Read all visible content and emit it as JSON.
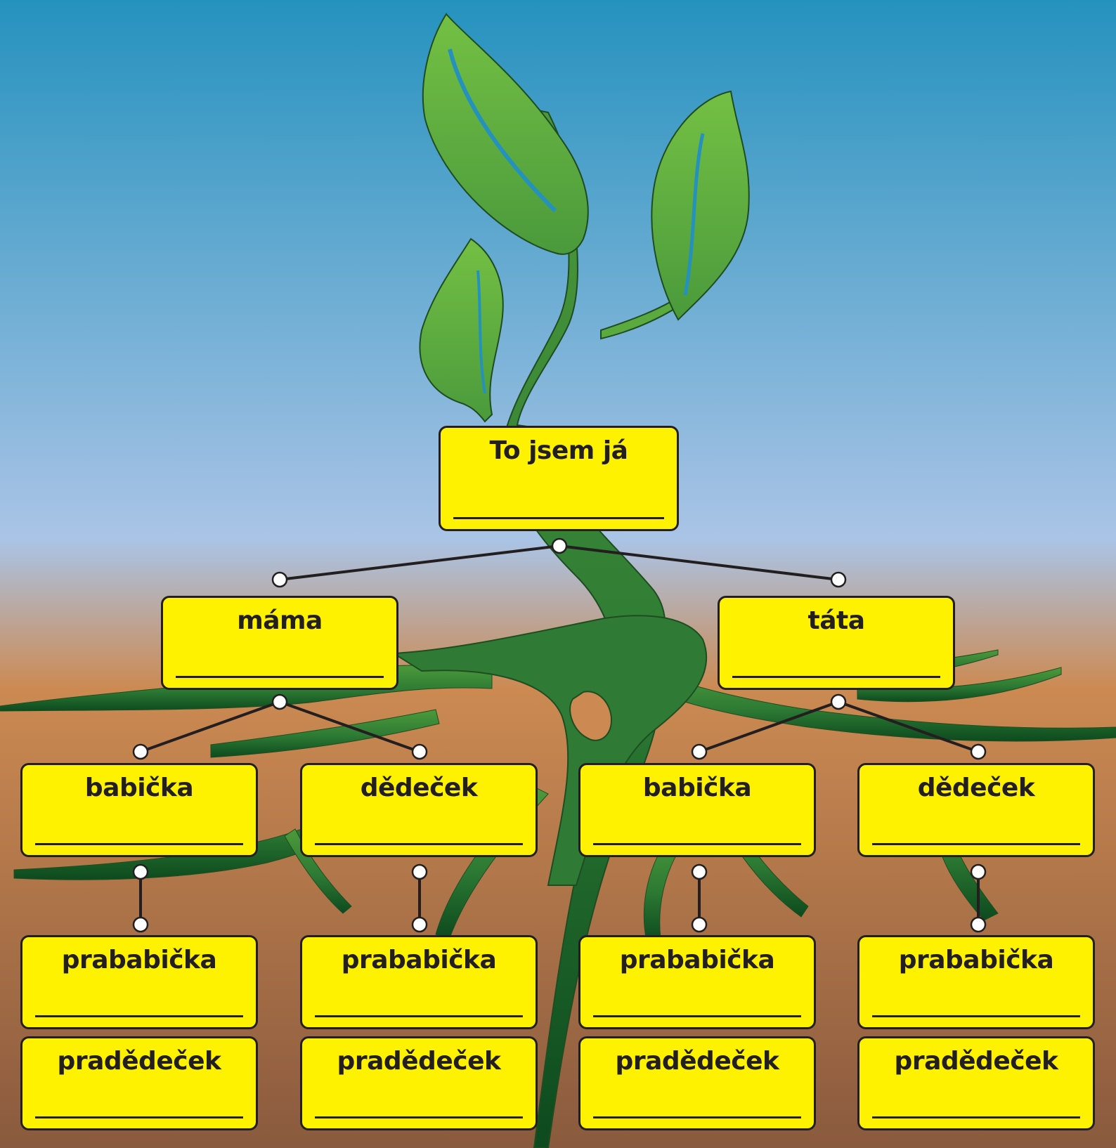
{
  "tree": {
    "root": {
      "label": "To jsem já"
    },
    "mother": {
      "label": "máma"
    },
    "father": {
      "label": "táta"
    },
    "grandparents": [
      {
        "label": "babička"
      },
      {
        "label": "dědeček"
      },
      {
        "label": "babička"
      },
      {
        "label": "dědeček"
      }
    ],
    "great_grandmothers": [
      {
        "label": "prababička"
      },
      {
        "label": "prababička"
      },
      {
        "label": "prababička"
      },
      {
        "label": "prababička"
      }
    ],
    "great_grandfathers": [
      {
        "label": "pradědeček"
      },
      {
        "label": "pradědeček"
      },
      {
        "label": "pradědeček"
      },
      {
        "label": "pradědeček"
      }
    ]
  },
  "colors": {
    "sky_top": "#2592be",
    "sky_bottom": "#aac4e6",
    "soil_top": "#cc8a52",
    "soil_bottom": "#8a5a3e",
    "box_fill": "#fff200",
    "outline": "#231f20",
    "leaf_light": "#74c044",
    "leaf_dark": "#4a9a3c",
    "root_dark": "#0d4a1e"
  }
}
